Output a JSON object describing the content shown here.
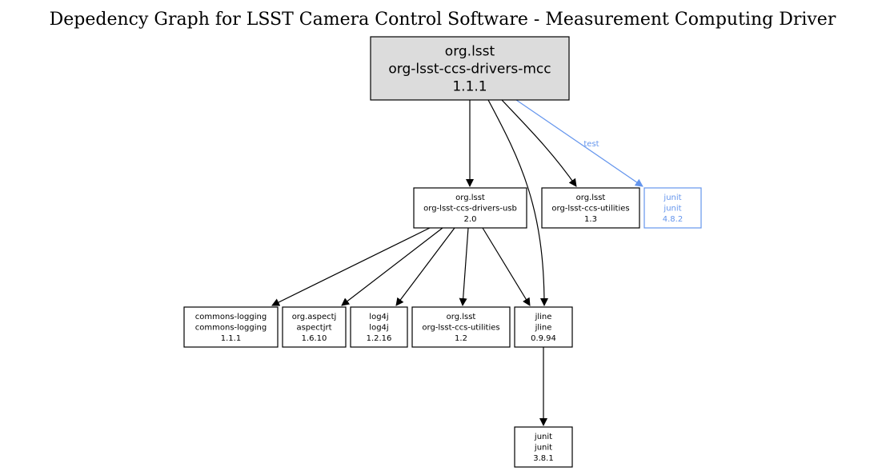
{
  "title": "Depedency Graph for LSST Camera Control Software - Measurement Computing Driver",
  "colors": {
    "root_fill": "#dcdcdc",
    "default_stroke": "#000000",
    "test_stroke": "#6495ed"
  },
  "nodes": [
    {
      "id": "root",
      "group": "org.lsst",
      "artifact": "org-lsst-ccs-drivers-mcc",
      "version": "1.1.1",
      "root": true
    },
    {
      "id": "drivers-usb",
      "group": "org.lsst",
      "artifact": "org-lsst-ccs-drivers-usb",
      "version": "2.0"
    },
    {
      "id": "utilities-13",
      "group": "org.lsst",
      "artifact": "org-lsst-ccs-utilities",
      "version": "1.3"
    },
    {
      "id": "junit-482",
      "group": "junit",
      "artifact": "junit",
      "version": "4.8.2",
      "scope": "test"
    },
    {
      "id": "commons-logging",
      "group": "commons-logging",
      "artifact": "commons-logging",
      "version": "1.1.1"
    },
    {
      "id": "aspectjrt",
      "group": "org.aspectj",
      "artifact": "aspectjrt",
      "version": "1.6.10"
    },
    {
      "id": "log4j",
      "group": "log4j",
      "artifact": "log4j",
      "version": "1.2.16"
    },
    {
      "id": "utilities-12",
      "group": "org.lsst",
      "artifact": "org-lsst-ccs-utilities",
      "version": "1.2"
    },
    {
      "id": "jline",
      "group": "jline",
      "artifact": "jline",
      "version": "0.9.94"
    },
    {
      "id": "junit-381",
      "group": "junit",
      "artifact": "junit",
      "version": "3.8.1"
    }
  ],
  "edges": [
    {
      "from": "root",
      "to": "drivers-usb"
    },
    {
      "from": "root",
      "to": "jline"
    },
    {
      "from": "root",
      "to": "utilities-13"
    },
    {
      "from": "root",
      "to": "junit-482",
      "label": "test",
      "scope": "test"
    },
    {
      "from": "drivers-usb",
      "to": "commons-logging"
    },
    {
      "from": "drivers-usb",
      "to": "aspectjrt"
    },
    {
      "from": "drivers-usb",
      "to": "log4j"
    },
    {
      "from": "drivers-usb",
      "to": "utilities-12"
    },
    {
      "from": "drivers-usb",
      "to": "jline"
    },
    {
      "from": "jline",
      "to": "junit-381"
    }
  ]
}
